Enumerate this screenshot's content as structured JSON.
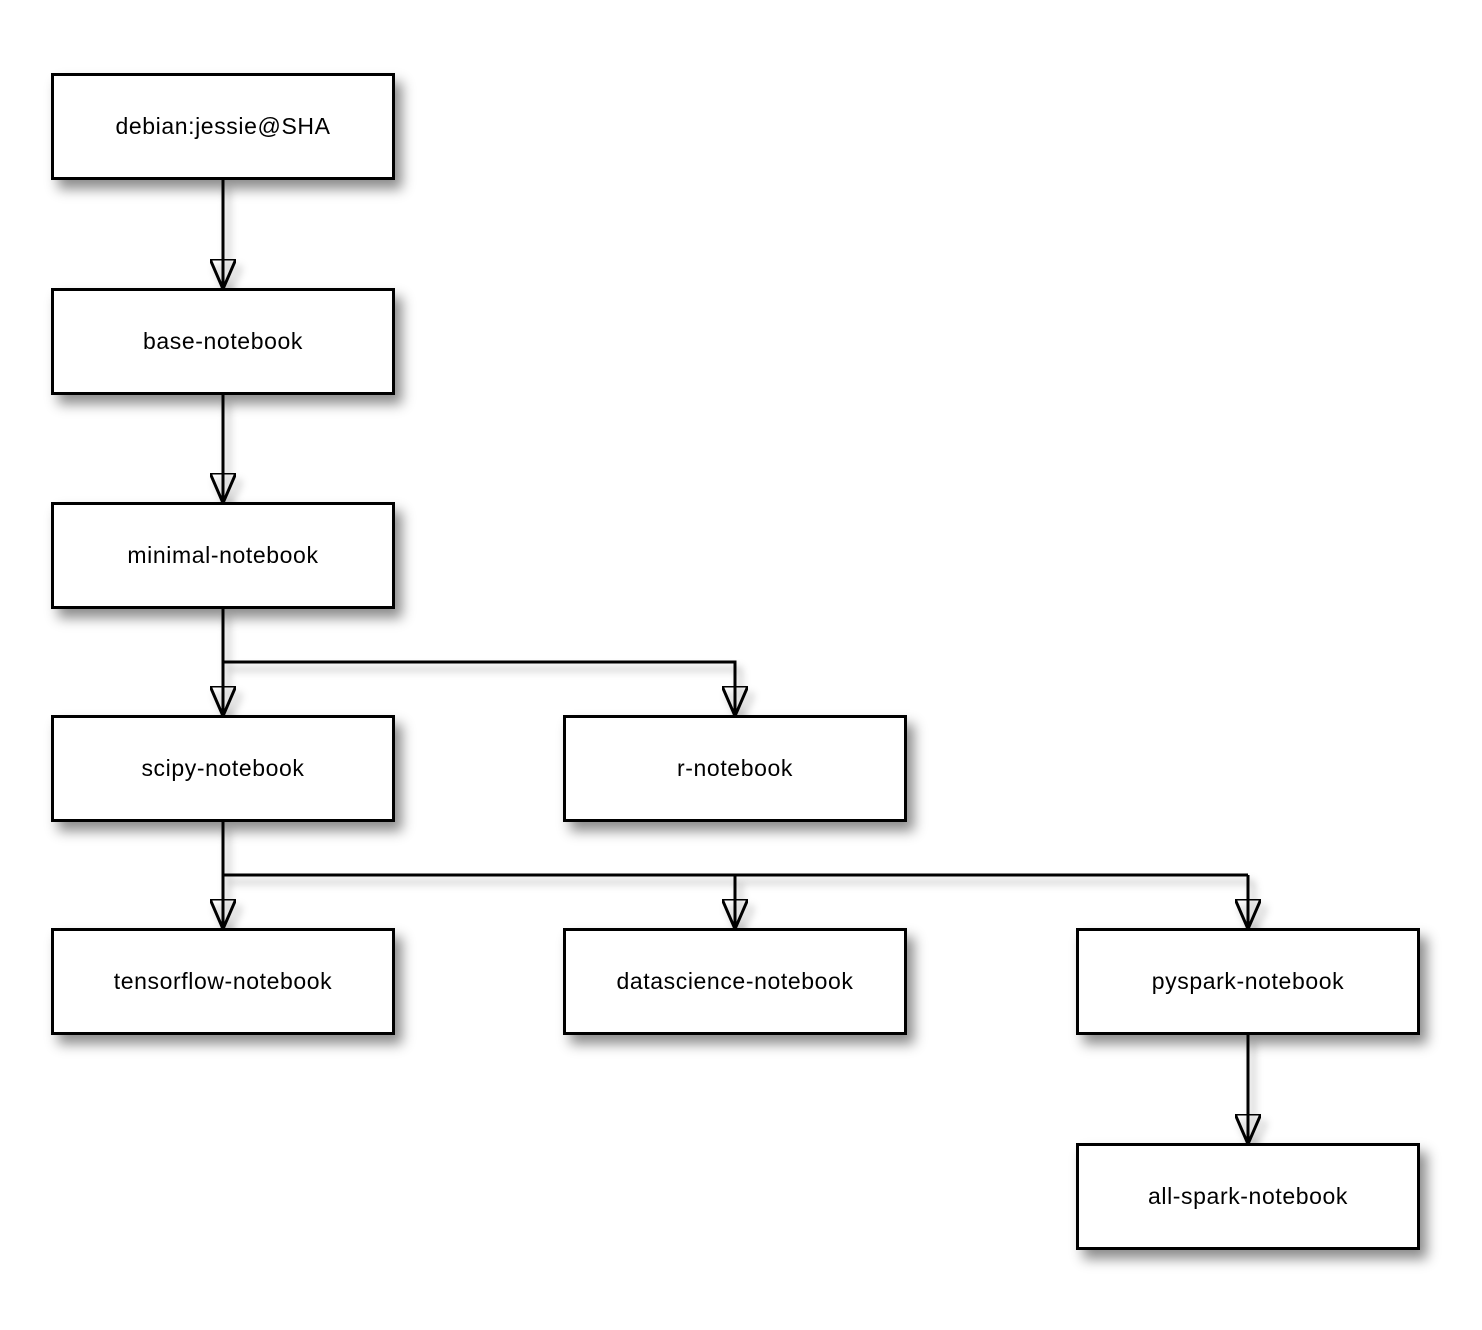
{
  "diagram": {
    "description": "Docker image inheritance tree for Jupyter notebook stacks",
    "nodes": [
      {
        "id": "debian-jessie",
        "label": "debian:jessie@SHA"
      },
      {
        "id": "base-notebook",
        "label": "base-notebook"
      },
      {
        "id": "minimal-notebook",
        "label": "minimal-notebook"
      },
      {
        "id": "scipy-notebook",
        "label": "scipy-notebook"
      },
      {
        "id": "r-notebook",
        "label": "r-notebook"
      },
      {
        "id": "tensorflow-notebook",
        "label": "tensorflow-notebook"
      },
      {
        "id": "datascience-notebook",
        "label": "datascience-notebook"
      },
      {
        "id": "pyspark-notebook",
        "label": "pyspark-notebook"
      },
      {
        "id": "all-spark-notebook",
        "label": "all-spark-notebook"
      }
    ],
    "edges": [
      {
        "from": "debian:jessie@SHA",
        "to": "base-notebook"
      },
      {
        "from": "base-notebook",
        "to": "minimal-notebook"
      },
      {
        "from": "minimal-notebook",
        "to": "scipy-notebook"
      },
      {
        "from": "minimal-notebook",
        "to": "r-notebook"
      },
      {
        "from": "scipy-notebook",
        "to": "tensorflow-notebook"
      },
      {
        "from": "scipy-notebook",
        "to": "datascience-notebook"
      },
      {
        "from": "scipy-notebook",
        "to": "pyspark-notebook"
      },
      {
        "from": "pyspark-notebook",
        "to": "all-spark-notebook"
      }
    ],
    "colors": {
      "background": "#ffffff",
      "node_fill": "#ffffff",
      "node_border": "#000000",
      "edge": "#000000",
      "text": "#000000"
    }
  }
}
